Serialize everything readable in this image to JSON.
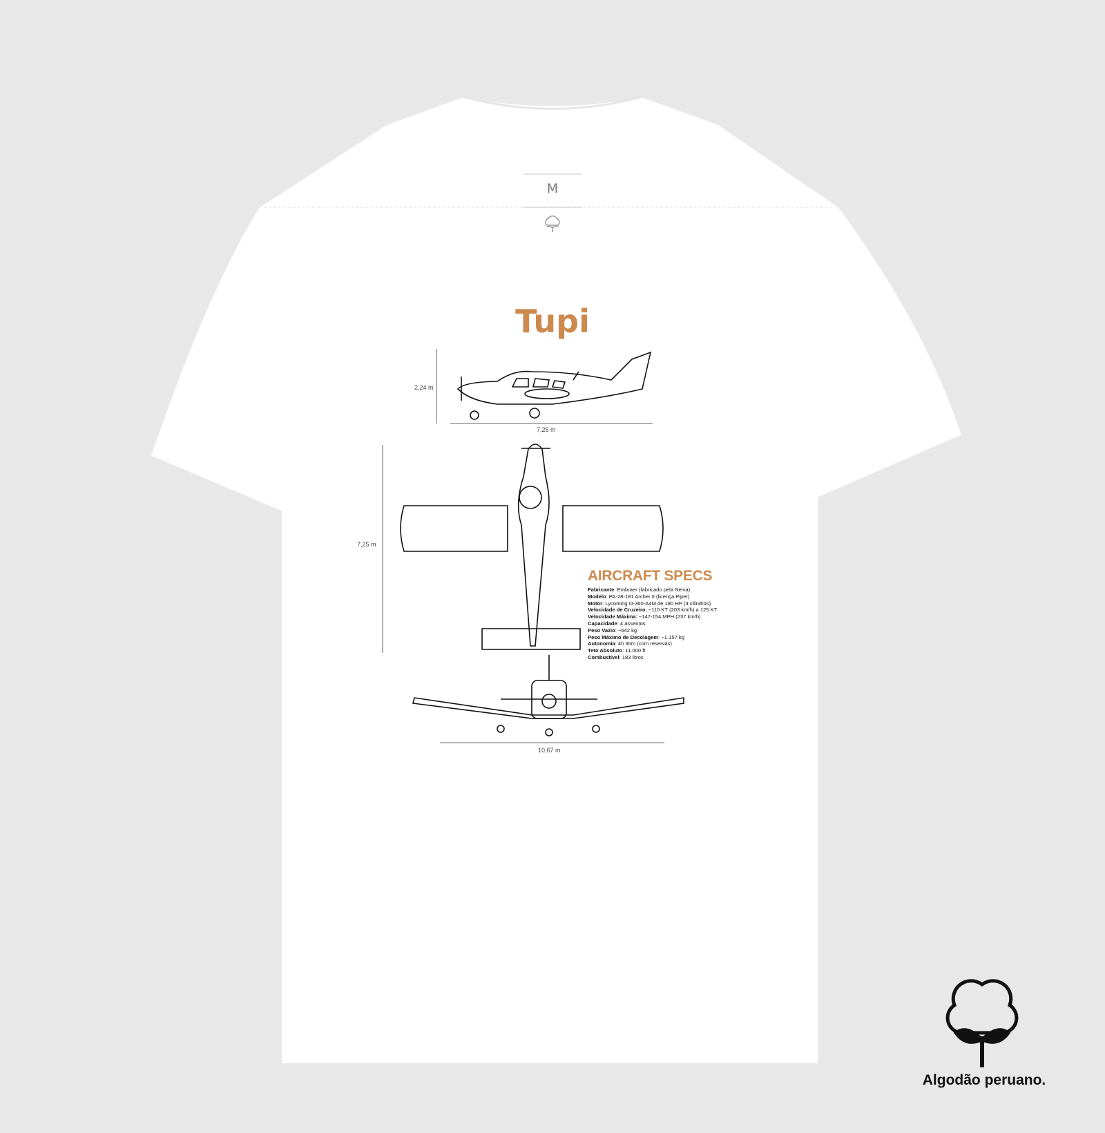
{
  "tag": {
    "size": "M"
  },
  "design": {
    "title": "Tupi",
    "side_view": {
      "height_label": "2,24 m",
      "length_label": "7,25 m"
    },
    "top_view": {
      "length_label": "7,25 m"
    },
    "front_view": {
      "span_label": "10,67 m"
    },
    "specs": {
      "heading": "AIRCRAFT SPECS",
      "items": [
        {
          "label": "Fabricante",
          "value": ": Embraer (fabricado pela Neiva)"
        },
        {
          "label": "Modelo",
          "value": ": PA-28-181 Archer II (licença Piper)"
        },
        {
          "label": "Motor",
          "value": ": Lycoming O-360-A4M de 180 HP (4 cilindros)"
        },
        {
          "label": "Velocidade de Cruzeiro",
          "value": ": ~110 KT (203 km/h) a 125 KT"
        },
        {
          "label": "Velocidade Máxima",
          "value": ": ~147-154 MPH (237 km/h)"
        },
        {
          "label": "Capacidade",
          "value": ": 4 assentos"
        },
        {
          "label": "Peso Vazio",
          "value": ": ~642 kg"
        },
        {
          "label": "Peso Máximo de Decolagem",
          "value": ": ~1.157 kg"
        },
        {
          "label": "Autonomia",
          "value": ": 4h 30m (com reservas)"
        },
        {
          "label": "Teto Absoluto",
          "value": ": 11.000 ft"
        },
        {
          "label": "Combustível",
          "value": ": 183 litros"
        }
      ]
    }
  },
  "badge": {
    "caption": "Algodão peruano.",
    "icon": "cotton-plant-icon"
  },
  "colors": {
    "accent": "#cd8a4e",
    "background": "#e8e8e8",
    "shirt": "#ffffff"
  }
}
